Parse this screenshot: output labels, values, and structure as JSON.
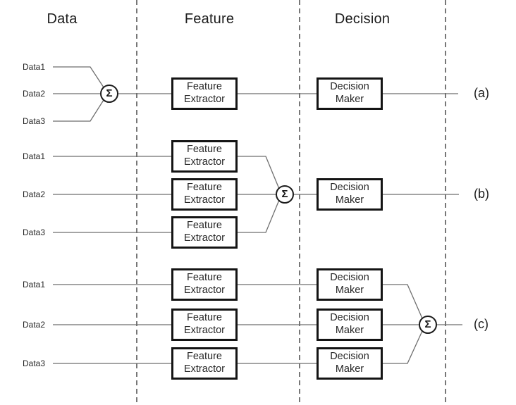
{
  "colors": {
    "background": "#ffffff",
    "box_border": "#141414",
    "connector_line": "#6e6e6e",
    "dashed_separator": "#2e2e2e",
    "text": "#262626"
  },
  "headers": {
    "data": "Data",
    "feature": "Feature",
    "decision": "Decision"
  },
  "labels": {
    "feature_extractor": "Feature Extractor",
    "decision_maker": "Decision Maker",
    "sigma": "Σ"
  },
  "rows": {
    "a": {
      "inputs": [
        "Data1",
        "Data2",
        "Data3"
      ],
      "output_label": "(a)"
    },
    "b": {
      "inputs": [
        "Data1",
        "Data2",
        "Data3"
      ],
      "output_label": "(b)"
    },
    "c": {
      "inputs": [
        "Data1",
        "Data2",
        "Data3"
      ],
      "output_label": "(c)"
    }
  }
}
